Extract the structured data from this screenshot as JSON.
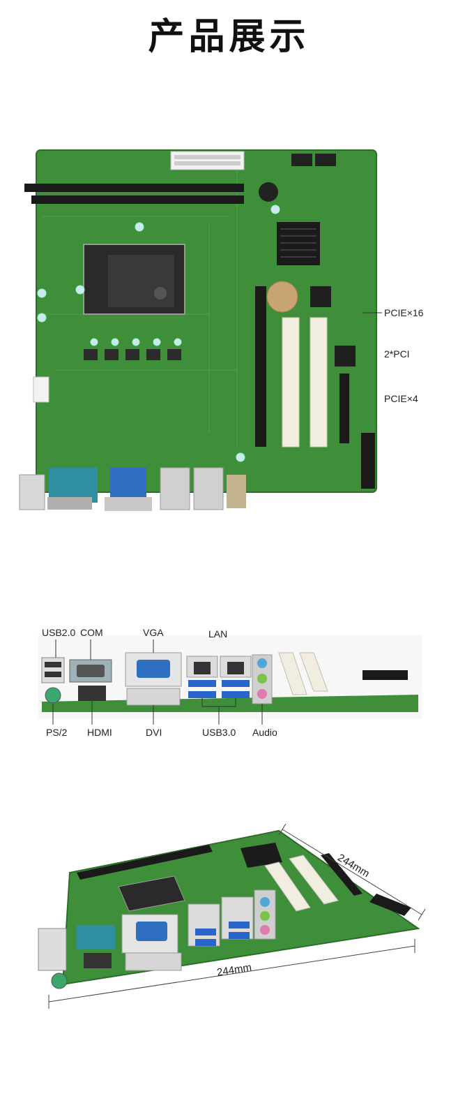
{
  "page": {
    "title": "产品展示"
  },
  "board_view": {
    "slot_labels": [
      "PCIE×16",
      "2*PCI",
      "PCIE×4"
    ]
  },
  "io_view": {
    "top_labels": [
      "USB2.0",
      "COM",
      "VGA",
      "LAN"
    ],
    "bottom_labels": [
      "PS/2",
      "HDMI",
      "DVI",
      "USB3.0",
      "Audio"
    ]
  },
  "perspective_view": {
    "width_label": "244mm",
    "depth_label": "244mm"
  },
  "colors": {
    "pcb": "#3f8f3a",
    "pcb_dark": "#2d6d2a",
    "slot": "#1a1a1a",
    "pci_slot": "#f2eedf",
    "usb3": "#2a66c9",
    "vga": "#2f6fbf",
    "com": "#2f8fa0"
  }
}
